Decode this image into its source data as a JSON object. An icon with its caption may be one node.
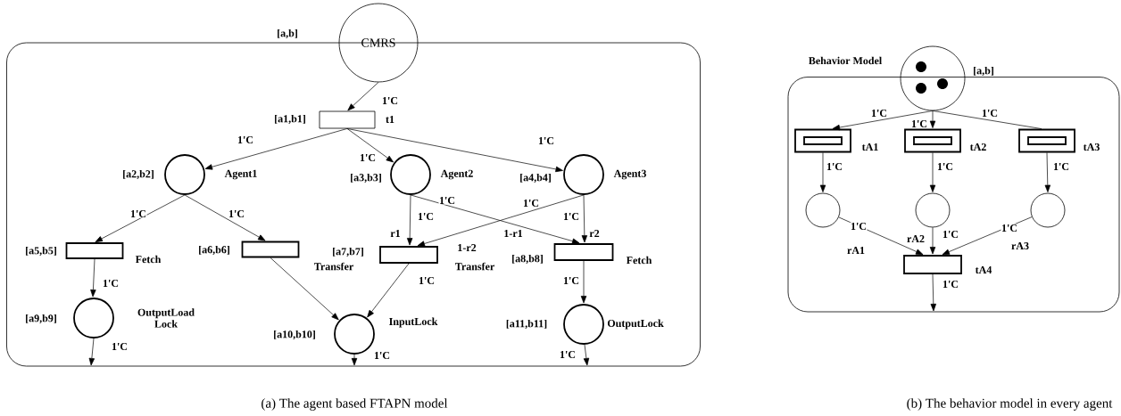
{
  "diagram": {
    "nodes": [
      {
        "text": [],
        "shape": "box"
      },
      {
        "text": [
          "CMRS"
        ],
        "beside": [
          "[a,b]"
        ]
      },
      {
        "text": [],
        "shape": "bar",
        "in": 0,
        "beside": [
          "[a1,b1]",
          "t1"
        ]
      },
      {
        "text": [],
        "shape": "circle",
        "in": 0,
        "beside": [
          "[a2,b2]",
          "Agent1"
        ]
      },
      {
        "text": [],
        "shape": "circle",
        "in": 0,
        "beside": [
          "[a3,b3]",
          "Agent2"
        ]
      },
      {
        "text": [],
        "shape": "circle",
        "in": 0,
        "beside": [
          "[a4,b4]",
          "Agent3"
        ]
      },
      {
        "text": [],
        "shape": "bar",
        "in": 0,
        "beside": [
          "[a5,b5]",
          "Fetch"
        ]
      },
      {
        "text": [],
        "shape": "bar",
        "in": 0,
        "beside": [
          "[a6,b6]",
          "Transfer"
        ]
      },
      {
        "text": [],
        "shape": "bar",
        "in": 0,
        "beside": [
          "[a7,b7]",
          "Transfer"
        ]
      },
      {
        "text": [],
        "shape": "bar",
        "in": 0,
        "beside": [
          "[a8,b8]",
          "Fetch"
        ]
      },
      {
        "text": [],
        "shape": "circle",
        "in": 0,
        "beside": [
          "[a9,b9]",
          "OutputLoad Lock"
        ]
      },
      {
        "text": [],
        "shape": "circle",
        "in": 0,
        "beside": [
          "[a10,b10]",
          "InputLock"
        ]
      },
      {
        "text": [],
        "shape": "circle",
        "in": 0,
        "beside": [
          "[a11,b11]",
          "OutputLock"
        ]
      },
      {
        "text": [],
        "shape": "box"
      },
      {
        "text": [],
        "shape": "circle",
        "beside": [
          "Behavior Model",
          "[a,b]"
        ]
      },
      {
        "text": [],
        "shape": "bar",
        "in": 13,
        "beside": [
          "tA1"
        ]
      },
      {
        "text": [],
        "shape": "bar",
        "in": 13,
        "beside": [
          "tA2"
        ]
      },
      {
        "text": [],
        "shape": "bar",
        "in": 13,
        "beside": [
          "tA3"
        ]
      },
      {
        "text": [],
        "shape": "circle",
        "in": 13
      },
      {
        "text": [],
        "shape": "circle",
        "in": 13
      },
      {
        "text": [],
        "shape": "circle",
        "in": 13
      },
      {
        "text": [],
        "shape": "bar",
        "in": 13,
        "beside": [
          "tA4"
        ]
      }
    ],
    "edges": [
      {
        "from": 1,
        "to": 2,
        "arrow": "to",
        "label": "1'C"
      },
      {
        "from": 2,
        "to": 3,
        "arrow": "to",
        "label": "1'C"
      },
      {
        "from": 2,
        "to": 4,
        "arrow": "to",
        "label": "1'C"
      },
      {
        "from": 2,
        "to": 5,
        "arrow": "to",
        "label": "1'C"
      },
      {
        "from": 3,
        "to": 6,
        "arrow": "to",
        "label": "1'C"
      },
      {
        "from": 3,
        "to": 7,
        "arrow": "to",
        "label": "1'C"
      },
      {
        "from": 4,
        "to": 8,
        "arrow": "to",
        "label": "1'C"
      },
      {
        "from": 4,
        "to": 9,
        "arrow": "to",
        "label": "1'C"
      },
      {
        "from": 5,
        "to": 9,
        "arrow": "to",
        "label": "1'C"
      },
      {
        "from": 5,
        "to": 8,
        "arrow": "to",
        "label": "1'C"
      },
      {
        "from": 6,
        "to": 10,
        "arrow": "to",
        "label": "1'C"
      },
      {
        "from": 7,
        "to": 11,
        "arrow": "to"
      },
      {
        "from": 8,
        "to": 11,
        "arrow": "to",
        "label": "1'C"
      },
      {
        "from": 9,
        "to": 12,
        "arrow": "to",
        "label": "1'C"
      },
      {
        "from": 10,
        "to": null,
        "arrow": "to",
        "label": "1'C"
      },
      {
        "from": 11,
        "to": null,
        "arrow": "to",
        "label": "1'C"
      },
      {
        "from": 12,
        "to": null,
        "arrow": "to",
        "label": "1'C"
      },
      {
        "from": 14,
        "to": 15,
        "arrow": "to",
        "label": "1'C"
      },
      {
        "from": 14,
        "to": 16,
        "arrow": "to",
        "label": "1'C"
      },
      {
        "from": 14,
        "to": 17,
        "arrow": "none",
        "label": "1'C"
      },
      {
        "from": 15,
        "to": 18,
        "arrow": "to",
        "label": "1'C"
      },
      {
        "from": 16,
        "to": 19,
        "arrow": "to",
        "label": "1'C"
      },
      {
        "from": 17,
        "to": 20,
        "arrow": "to",
        "label": "1'C"
      },
      {
        "from": 18,
        "to": 21,
        "arrow": "to",
        "label": "1'C"
      },
      {
        "from": 19,
        "to": 21,
        "arrow": "to",
        "label": "1'C"
      },
      {
        "from": 20,
        "to": 21,
        "arrow": "to",
        "label": "1'C"
      },
      {
        "from": 21,
        "to": null,
        "arrow": "to",
        "label": "1'C"
      }
    ],
    "labels": [
      "r1",
      "1-r2",
      "1-r1",
      "r2",
      "rA1",
      "rA2",
      "rA3",
      "(a) The agent based FTAPN model",
      "(b) The behavior model in every agent"
    ]
  }
}
